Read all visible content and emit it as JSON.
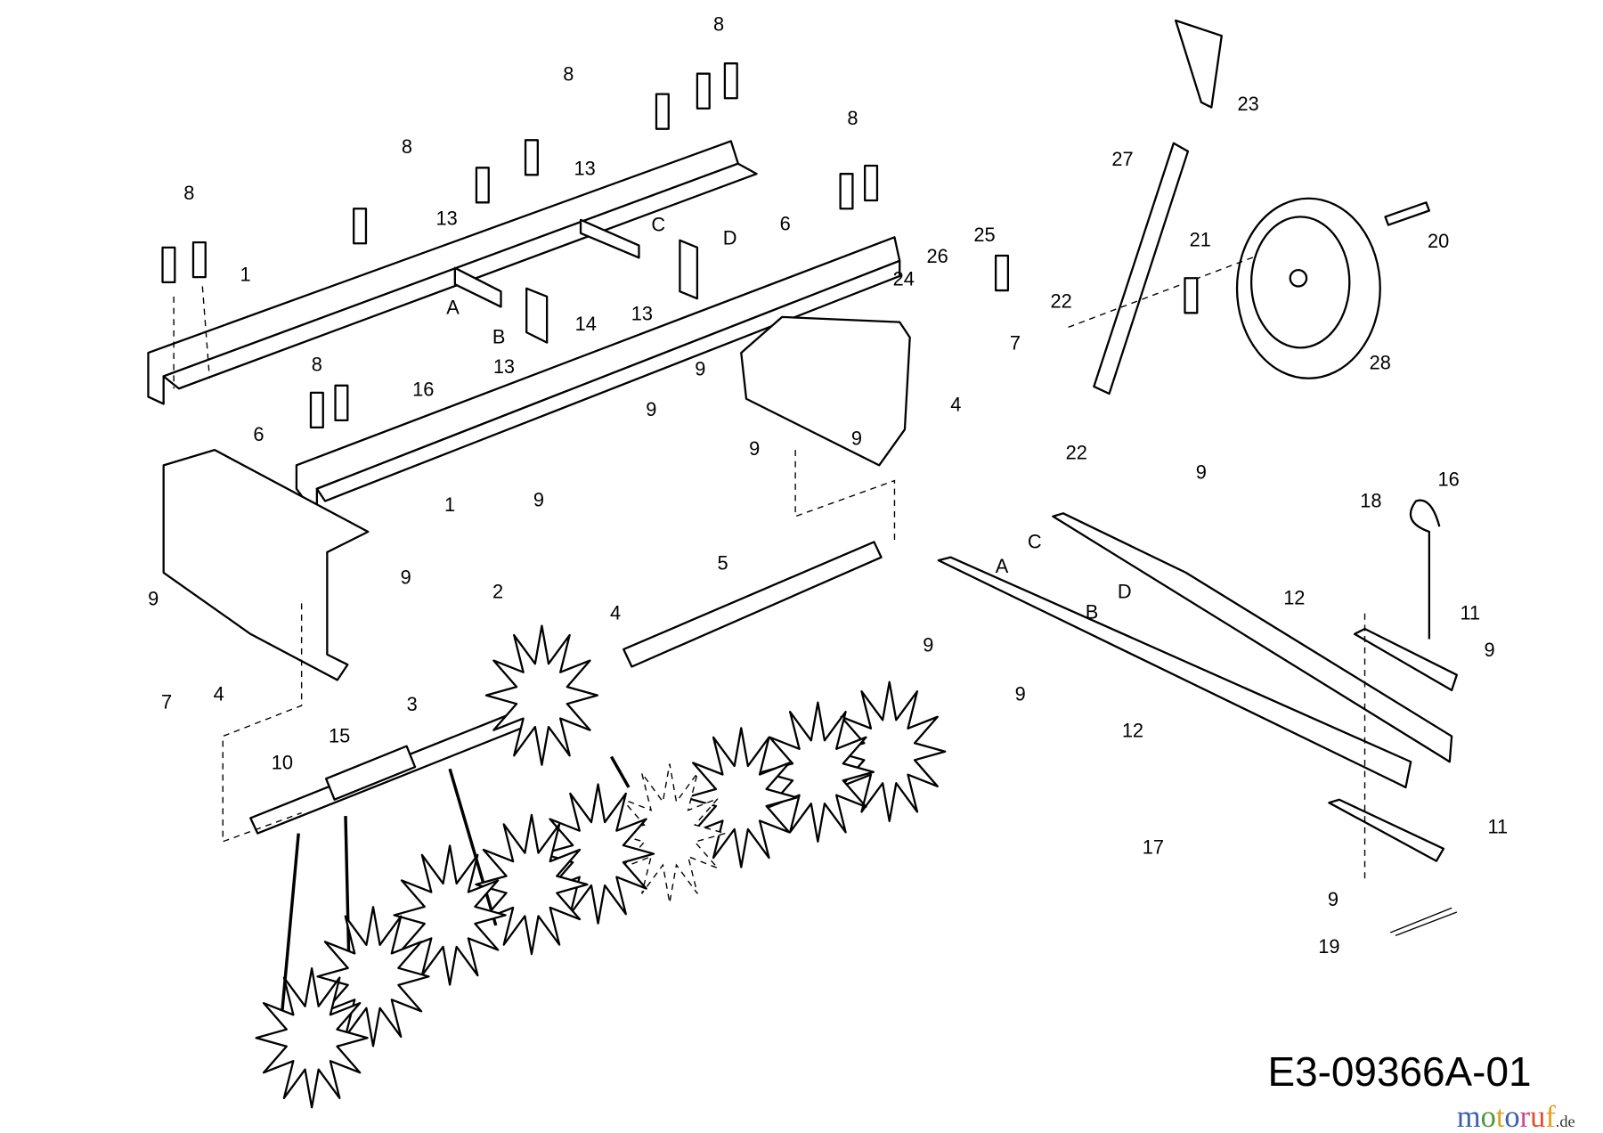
{
  "diagram_code": "E3-09366A-01",
  "watermark": "motoruf.de",
  "callouts": [
    "8",
    "8",
    "8",
    "8",
    "8",
    "8",
    "1",
    "1",
    "13",
    "13",
    "13",
    "13",
    "C",
    "D",
    "A",
    "B",
    "14",
    "6",
    "6",
    "16",
    "16",
    "9",
    "9",
    "9",
    "9",
    "9",
    "9",
    "9",
    "9",
    "9",
    "9",
    "9",
    "9",
    "25",
    "26",
    "24",
    "7",
    "7",
    "4",
    "4",
    "4",
    "22",
    "22",
    "21",
    "20",
    "27",
    "23",
    "28",
    "5",
    "2",
    "3",
    "15",
    "10",
    "A",
    "C",
    "D",
    "B",
    "12",
    "12",
    "18",
    "11",
    "11",
    "17",
    "19"
  ]
}
